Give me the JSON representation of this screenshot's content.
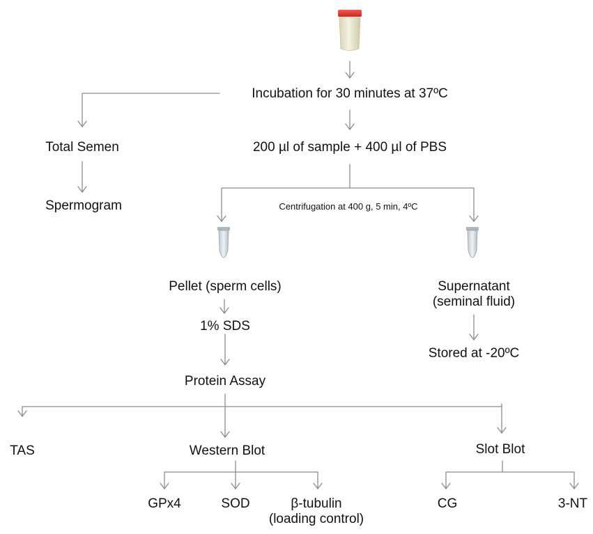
{
  "nodes": {
    "incubation": "Incubation for 30 minutes at 37ºC",
    "total_semen": "Total Semen",
    "spermogram": "Spermogram",
    "sample_mix": "200 µl of sample + 400 µl of PBS",
    "centrifugation": "Centrifugation at 400 g, 5 min, 4ºC",
    "pellet": "Pellet (sperm cells)",
    "supernatant_line1": "Supernatant",
    "supernatant_line2": "(seminal fluid)",
    "sds": "1% SDS",
    "stored": "Stored at -20ºC",
    "protein_assay": "Protein Assay",
    "tas": "TAS",
    "western_blot": "Western Blot",
    "slot_blot": "Slot Blot",
    "gpx4": "GPx4",
    "sod": "SOD",
    "tubulin_line1": "β-tubulin",
    "tubulin_line2": "(loading control)",
    "cg": "CG",
    "nt": "3-NT"
  },
  "colors": {
    "line": "#8c8c8c",
    "text": "#111111",
    "cap": "#e8362e",
    "jar": "#eae7cf",
    "tube": "#d7dde1"
  }
}
